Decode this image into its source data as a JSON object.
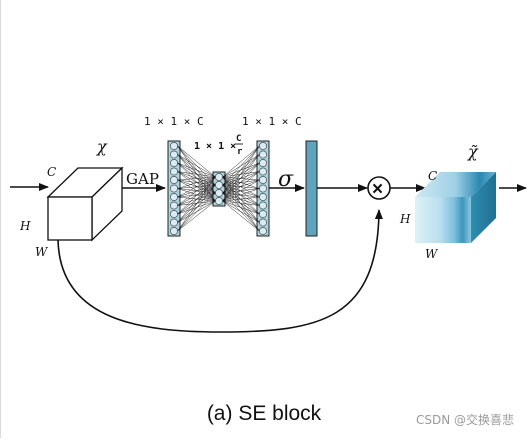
{
  "diagram": {
    "caption": "(a) SE block",
    "input": {
      "symbol": "χ",
      "channel_label": "C",
      "height_label": "H",
      "width_label": "W"
    },
    "gap_label": "GAP",
    "fc_labels": {
      "first": "1 × 1 × C",
      "bottleneck_prefix": "1 × 1 ×",
      "bottleneck_num": "C",
      "bottleneck_den": "r",
      "second": "1 × 1 × C"
    },
    "sigma_label": "σ",
    "multiply_symbol": "×",
    "output": {
      "symbol": "χ̃",
      "channel_label": "C",
      "height_label": "H",
      "width_label": "W"
    },
    "colors": {
      "layer_fill": "#a9d3df",
      "layer_fill_dark": "#5fa3bd",
      "node_fill": "#dcebf1",
      "stroke": "#222222",
      "cube_front_light": "#d3ecf4",
      "cube_front_dark": "#2f8db0"
    }
  },
  "watermark": "CSDN @交换喜悲"
}
